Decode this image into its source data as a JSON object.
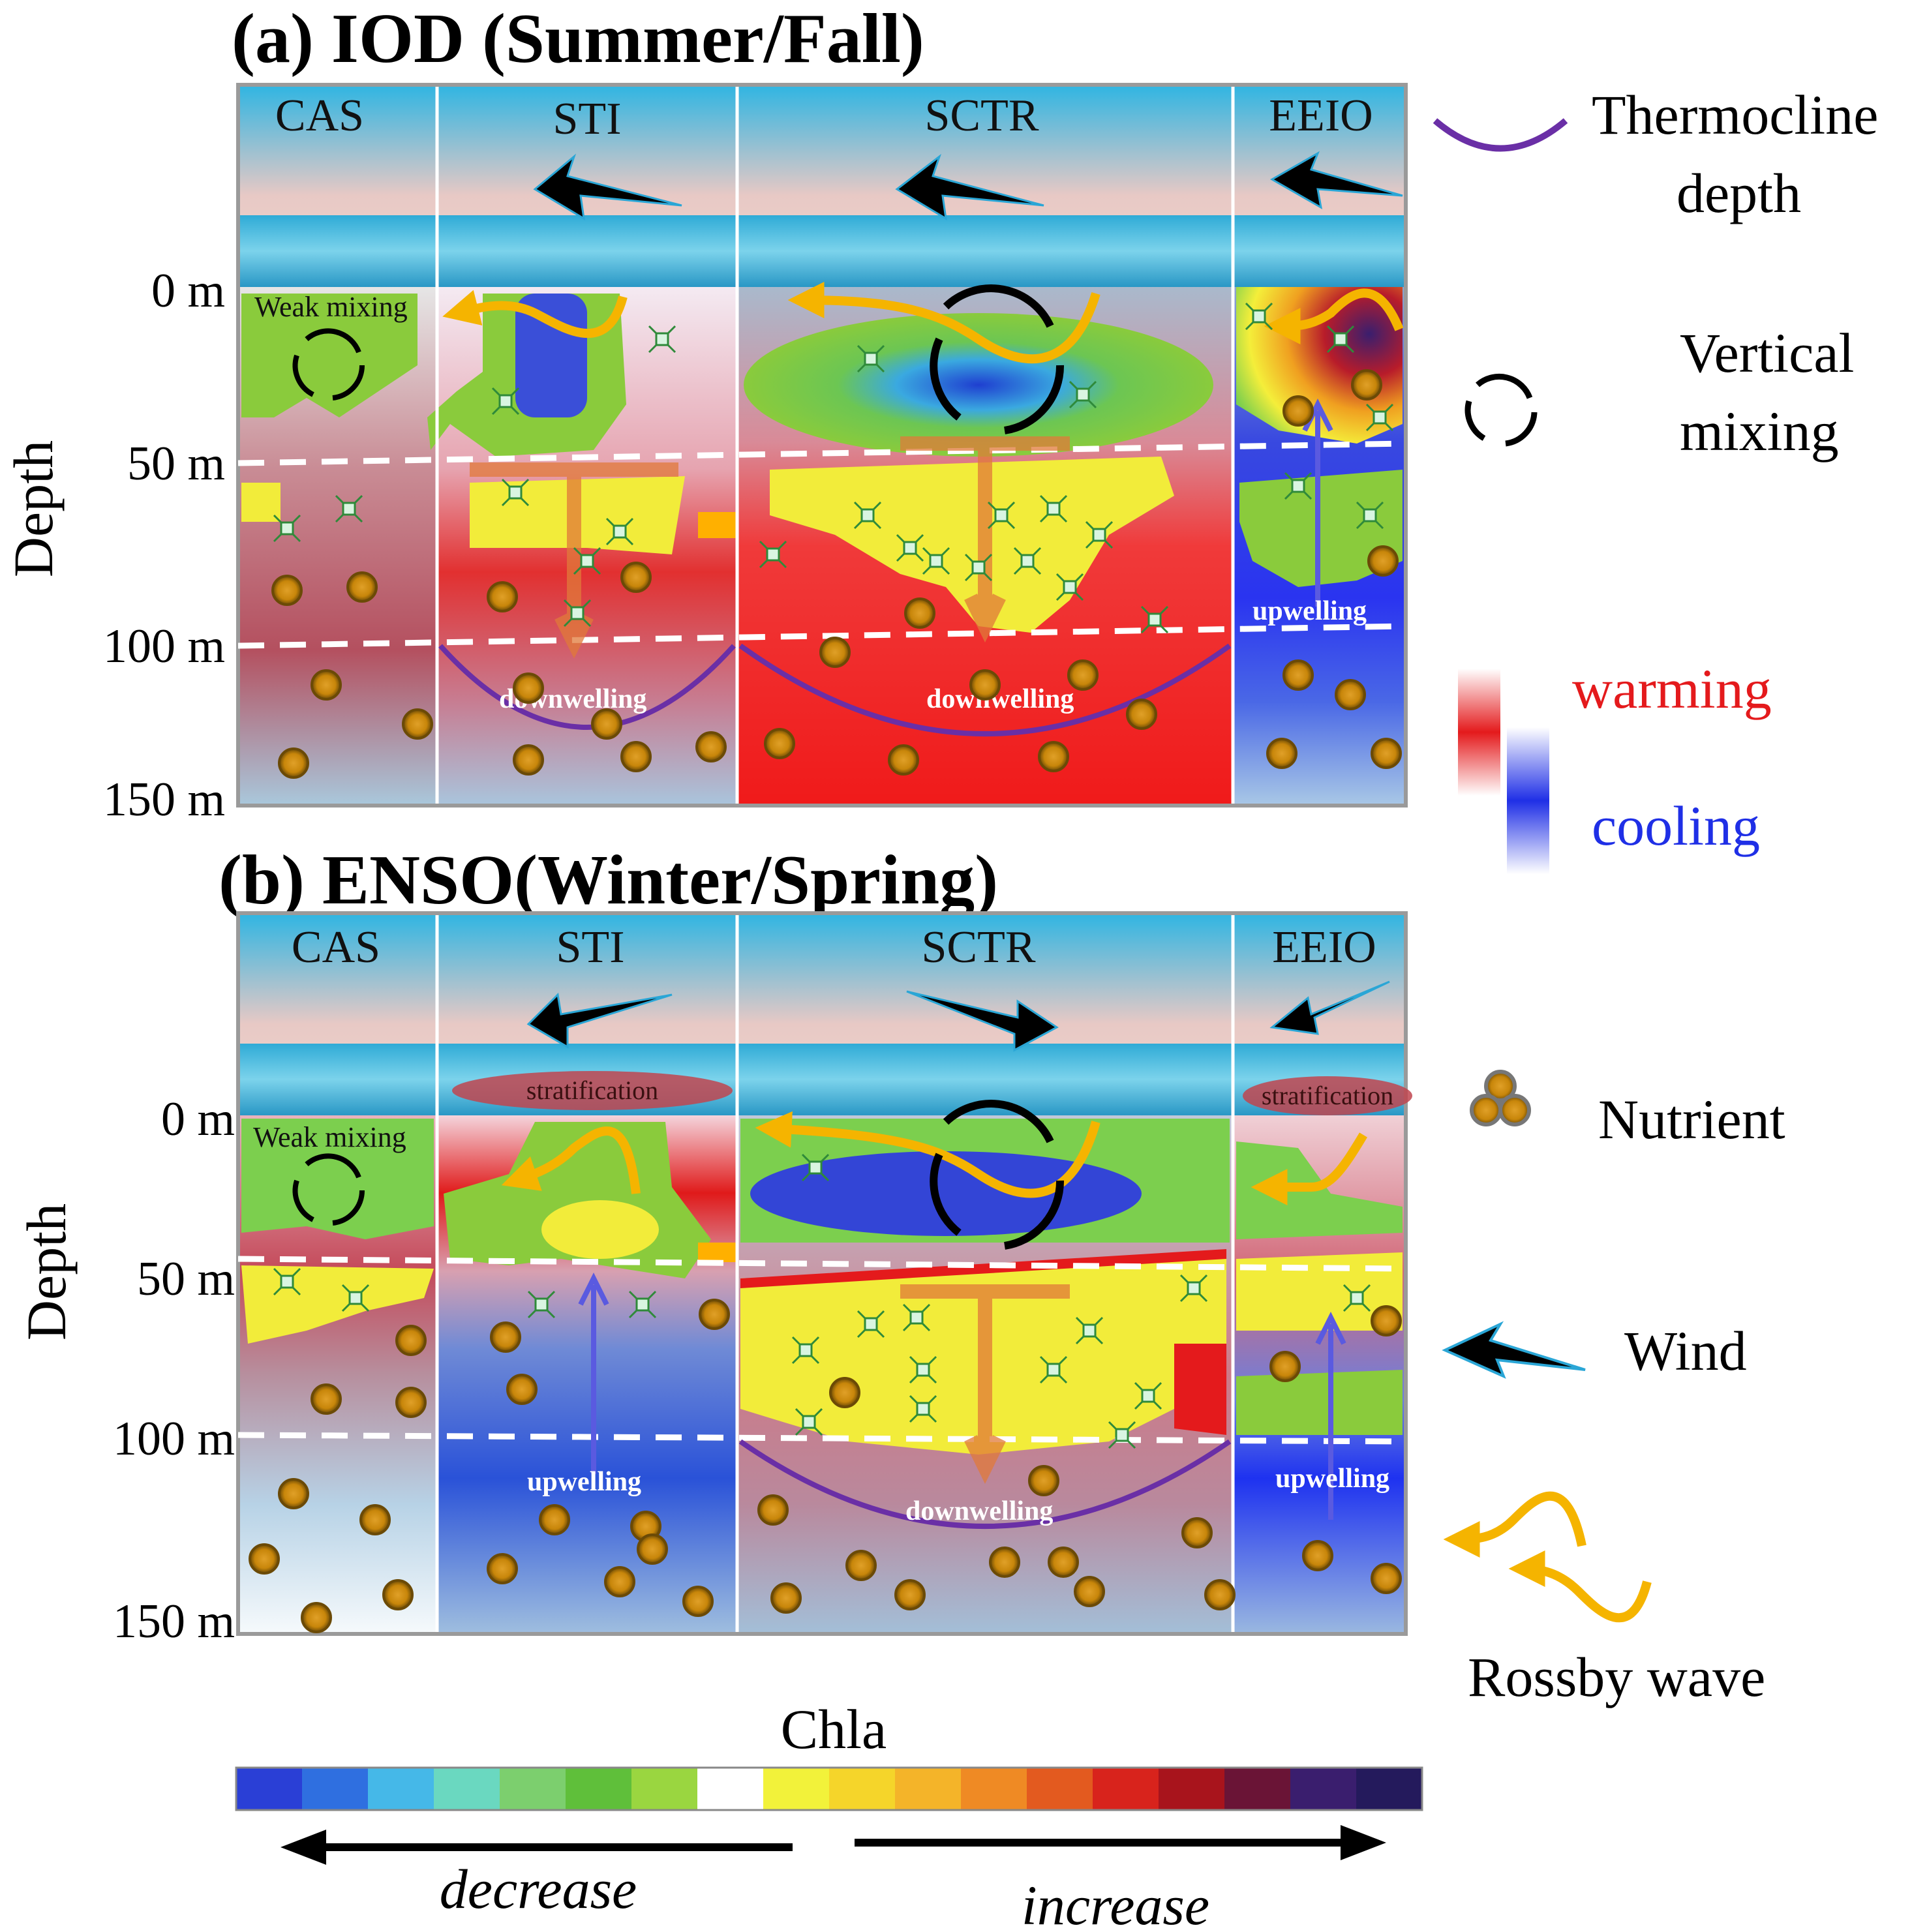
{
  "panel_a": {
    "title": "(a) IOD (Summer/Fall)",
    "regions": [
      "CAS",
      "STI",
      "SCTR",
      "EEIO"
    ],
    "depth_labels": [
      "0 m",
      "50 m",
      "100 m",
      "150 m"
    ],
    "y_label": "Depth",
    "mixing_label": "Weak mixing",
    "flow_labels": [
      "downwelling",
      "downwelling",
      "upwelling"
    ]
  },
  "panel_b": {
    "title": "(b) ENSO(Winter/Spring)",
    "regions": [
      "CAS",
      "STI",
      "SCTR",
      "EEIO"
    ],
    "depth_labels": [
      "0 m",
      "50 m",
      "100 m",
      "150 m"
    ],
    "y_label": "Depth",
    "mixing_label": "Weak mixing",
    "stratification_labels": [
      "stratification",
      "stratification"
    ],
    "flow_labels": [
      "upwelling",
      "downwelling",
      "upwelling"
    ]
  },
  "legend": {
    "thermocline": "Thermocline depth",
    "vertical_mixing": "Vertical mixing",
    "warming": "warming",
    "cooling": "cooling",
    "nutrient": "Nutrient",
    "wind": "Wind",
    "rossby_wave": "Rossby wave"
  },
  "colorbar": {
    "title": "Chla",
    "decrease": "decrease",
    "increase": "increase",
    "colors": [
      "#2a3fd6",
      "#2f6fe0",
      "#45b8e8",
      "#6ad8c0",
      "#7ccf6e",
      "#5fbf3a",
      "#9ad640",
      "#ffffff",
      "#f2f23a",
      "#f5d52a",
      "#f4b429",
      "#ef8a24",
      "#e35a1f",
      "#d8231c",
      "#a8141c",
      "#6a1436",
      "#3a1e6e",
      "#241a5c"
    ]
  },
  "colors": {
    "warming": "#e41a1c",
    "cooling": "#1f2fe6",
    "thermocline": "#6a2fa6",
    "rossby": "#f5b400",
    "nutrient": "#c8860a"
  }
}
